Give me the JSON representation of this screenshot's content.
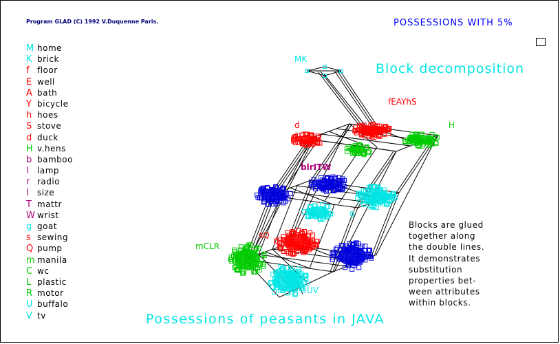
{
  "header": {
    "credit": "Program GLAD (C) 1992 V.Duquenne Paris.",
    "title": "POSSESSIONS WITH 5%"
  },
  "diagram_title": "Block decomposition",
  "footer_title": "Possessions of peasants in JAVA",
  "legend": [
    {
      "code": "M",
      "label": "home",
      "color": "#00e5e5"
    },
    {
      "code": "K",
      "label": "brick",
      "color": "#00e5e5"
    },
    {
      "code": "f",
      "label": "floor",
      "color": "#ff0000"
    },
    {
      "code": "E",
      "label": "well",
      "color": "#ff0000"
    },
    {
      "code": "A",
      "label": "bath",
      "color": "#ff0000"
    },
    {
      "code": "Y",
      "label": "bicycle",
      "color": "#ff0000"
    },
    {
      "code": "h",
      "label": "hoes",
      "color": "#ff0000"
    },
    {
      "code": "S",
      "label": "stove",
      "color": "#ff0000"
    },
    {
      "code": "d",
      "label": "duck",
      "color": "#ff0000"
    },
    {
      "code": "H",
      "label": "v.hens",
      "color": "#00cc00"
    },
    {
      "code": "b",
      "label": "bamboo",
      "color": "#b0007a"
    },
    {
      "code": "l",
      "label": "lamp",
      "color": "#b0007a"
    },
    {
      "code": "r",
      "label": "radio",
      "color": "#b0007a"
    },
    {
      "code": "I",
      "label": "size",
      "color": "#b0007a"
    },
    {
      "code": "T",
      "label": "mattr",
      "color": "#b0007a"
    },
    {
      "code": "W",
      "label": "wrist",
      "color": "#b0007a"
    },
    {
      "code": "g",
      "label": "goat",
      "color": "#00e5e5"
    },
    {
      "code": "s",
      "label": "sewing",
      "color": "#ff0000"
    },
    {
      "code": "Q",
      "label": "pump",
      "color": "#ff0000"
    },
    {
      "code": "m",
      "label": "manila",
      "color": "#00cc00"
    },
    {
      "code": "C",
      "label": "wc",
      "color": "#00cc00"
    },
    {
      "code": "L",
      "label": "plastic",
      "color": "#00cc00"
    },
    {
      "code": "R",
      "label": "motor",
      "color": "#00cc00"
    },
    {
      "code": "U",
      "label": "buffalo",
      "color": "#00e5e5"
    },
    {
      "code": "V",
      "label": "tv",
      "color": "#00e5e5"
    }
  ],
  "note": [
    "Blocks are glued",
    "together along",
    "the double lines.",
    "It demonstrates",
    "substitution",
    "properties bet-",
    "ween attributes",
    "within blocks."
  ],
  "block_labels": {
    "mk": "MK",
    "feayhs": "fEAYhS",
    "d": "d",
    "h": "H",
    "blritw": "blrITW",
    "g": "g",
    "sq": "sQ",
    "mclr": "mCLR",
    "uv": "UV"
  },
  "colors": {
    "cyan": "#00e5e5",
    "red": "#ff0000",
    "green": "#00cc00",
    "blue": "#0000dd",
    "magenta": "#b0007a",
    "navy": "#00007a"
  }
}
